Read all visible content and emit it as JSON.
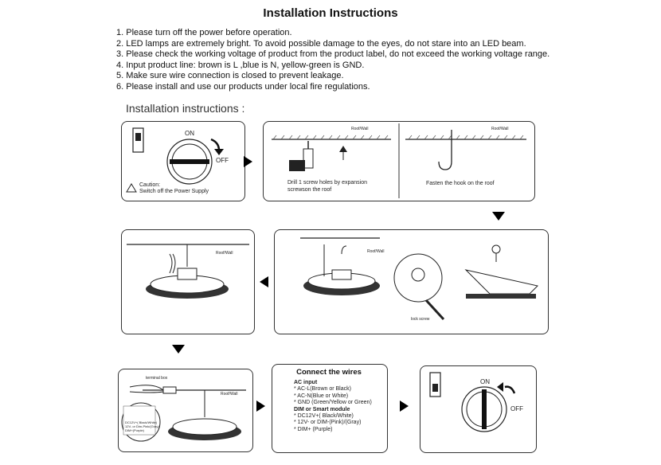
{
  "title": "Installation Instructions",
  "steps": [
    "1. Please turn off the power before operation.",
    "2. LED lamps are extremely bright. To avoid possible damage to the eyes, do not stare into an LED beam.",
    "3. Please check the working voltage of product from the product label, do not exceed the working voltage range.",
    "4. Input product line: brown is L ,blue is N, yellow-green is GND.",
    "5. Make sure wire connection is closed to prevent leakage.",
    "6. Please install and use our products under local fire regulations."
  ],
  "diagram_heading": "Installation instructions :",
  "panel1": {
    "on": "ON",
    "off": "OFF",
    "caution_1": "Caution:",
    "caution_2": "Switch off the Power Supply"
  },
  "panel2": {
    "roof": "Roof/Wall",
    "caption_1": "Drill 1 screw holes by expansion",
    "caption_2": "screwson the roof"
  },
  "panel3": {
    "roof": "Roof/Wall",
    "caption": "Fasten the hook on the roof"
  },
  "panel4": {
    "roof": "Roof/Wall"
  },
  "panel5": {
    "roof": "Roof/Wall",
    "lock": "lock screw"
  },
  "panel6": {
    "terminal": "terminal box",
    "roof": "Roof/Wall",
    "label_1": "DC12V+( Black/White)",
    "label_2": "12V- or Dim-Pink/(Gray)",
    "label_3": "DIM+(Purple)"
  },
  "wires": {
    "title": "Connect the wires",
    "ac_head": "AC input",
    "ac": [
      "* AC-L(Brown or Black)",
      "* AC-N(Blue or White)",
      "* GND (Green/Yellow or Green)"
    ],
    "dim_head": "DIM or Smart module",
    "dim": [
      "* DC12V+( Black/White)",
      "* 12V- or DIM-(Pink)/(Gray)",
      "* DIM+ (Purple)"
    ]
  },
  "panel8": {
    "on": "ON",
    "off": "OFF"
  }
}
